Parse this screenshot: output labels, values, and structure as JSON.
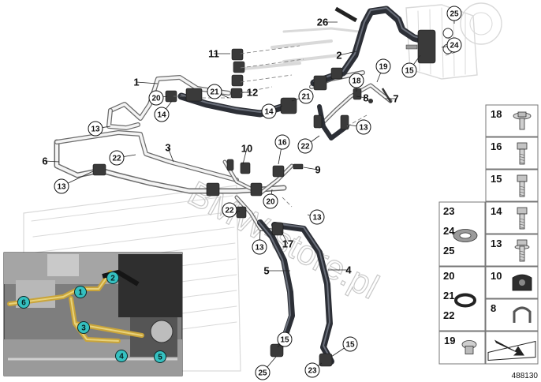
{
  "callouts": [
    {
      "text": "26",
      "circled": false
    },
    {
      "text": "25",
      "circled": true
    },
    {
      "text": "24",
      "circled": true
    },
    {
      "text": "2",
      "circled": false
    },
    {
      "text": "15",
      "circled": true
    },
    {
      "text": "11",
      "circled": false
    },
    {
      "text": "19",
      "circled": true
    },
    {
      "text": "18",
      "circled": true
    },
    {
      "text": "1",
      "circled": false
    },
    {
      "text": "21",
      "circled": true
    },
    {
      "text": "12",
      "circled": false
    },
    {
      "text": "8",
      "circled": false
    },
    {
      "text": "7",
      "circled": false
    },
    {
      "text": "20",
      "circled": true
    },
    {
      "text": "21",
      "circled": true
    },
    {
      "text": "14",
      "circled": true
    },
    {
      "text": "14",
      "circled": true
    },
    {
      "text": "13",
      "circled": true
    },
    {
      "text": "13",
      "circled": true
    },
    {
      "text": "22",
      "circled": true
    },
    {
      "text": "3",
      "circled": false
    },
    {
      "text": "10",
      "circled": false
    },
    {
      "text": "16",
      "circled": true
    },
    {
      "text": "22",
      "circled": true
    },
    {
      "text": "6",
      "circled": false
    },
    {
      "text": "9",
      "circled": false
    },
    {
      "text": "13",
      "circled": true
    },
    {
      "text": "20",
      "circled": true
    },
    {
      "text": "13",
      "circled": true
    },
    {
      "text": "22",
      "circled": true
    },
    {
      "text": "17",
      "circled": false
    },
    {
      "text": "13",
      "circled": true
    },
    {
      "text": "5",
      "circled": false
    },
    {
      "text": "4",
      "circled": false
    },
    {
      "text": "15",
      "circled": true
    },
    {
      "text": "15",
      "circled": true
    },
    {
      "text": "25",
      "circled": true
    },
    {
      "text": "23",
      "circled": true
    }
  ],
  "legend": {
    "cells": [
      {
        "labels": [
          "18"
        ],
        "icon": "flange-screw-icon"
      },
      {
        "labels": [
          "16"
        ],
        "icon": "hex-bolt-icon"
      },
      {
        "labels": [
          "15"
        ],
        "icon": "torx-bolt-icon"
      },
      {
        "labels": [
          "14"
        ],
        "icon": "torx-bolt-icon"
      },
      {
        "labels": [
          "13"
        ],
        "icon": "hex-flange-bolt-icon"
      },
      {
        "labels": [
          "23",
          "24",
          "25"
        ],
        "icon": "sealing-ring-icon"
      },
      {
        "labels": [
          "10"
        ],
        "icon": "rubber-bush-icon"
      },
      {
        "labels": [
          "8"
        ],
        "icon": "spring-clip-icon"
      },
      {
        "labels": [
          "20",
          "21",
          "22"
        ],
        "icon": "o-ring-icon"
      },
      {
        "labels": [
          "19"
        ],
        "icon": "plug-cap-icon"
      },
      {
        "labels": [],
        "icon": "arrow-plate-icon"
      }
    ],
    "image_number": "488130"
  },
  "inset": {
    "markers": [
      "1",
      "2",
      "3",
      "4",
      "5",
      "6"
    ]
  },
  "watermark": "BMW-store.pl"
}
